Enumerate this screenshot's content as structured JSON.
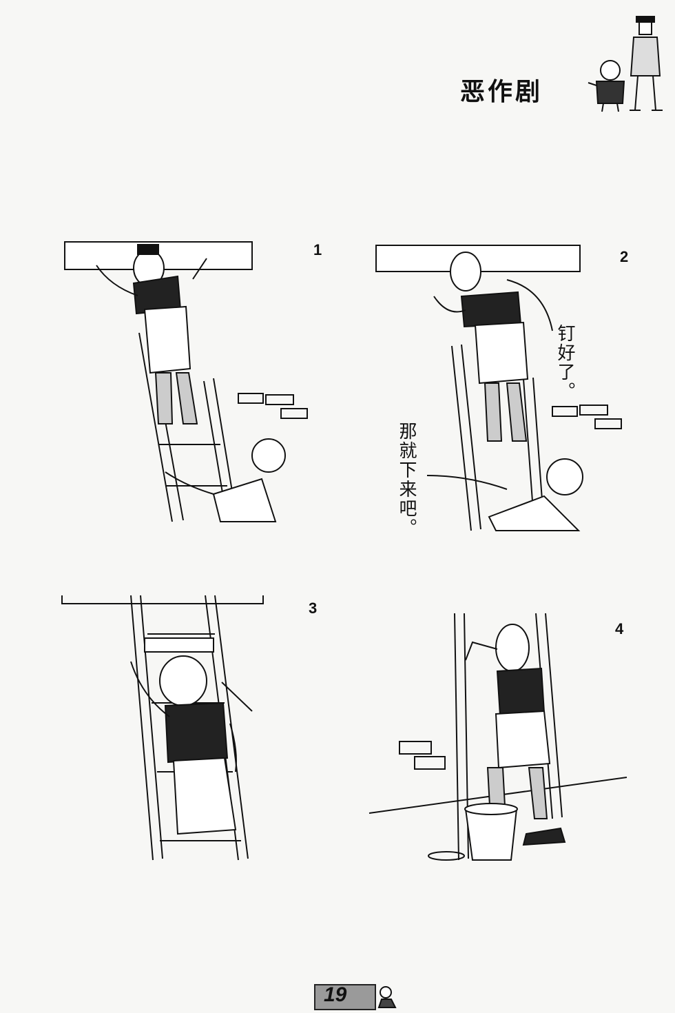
{
  "header": {
    "title": "恶作剧"
  },
  "panels": [
    {
      "number": "1",
      "speech": []
    },
    {
      "number": "2",
      "speech": [
        "钉好了。",
        "那就下来吧。"
      ]
    },
    {
      "number": "3",
      "speech": []
    },
    {
      "number": "4",
      "speech": []
    }
  ],
  "footer": {
    "page_number": "19"
  }
}
